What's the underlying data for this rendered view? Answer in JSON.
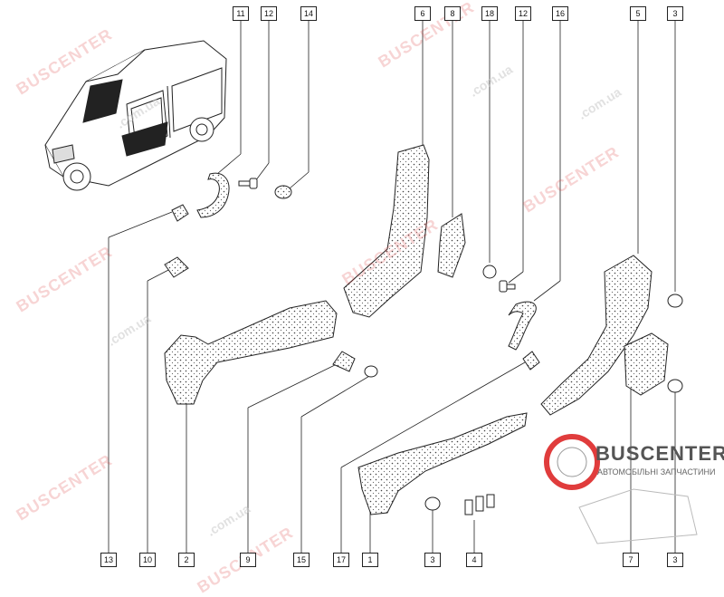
{
  "watermark": {
    "brand_text": "BUSCENTER",
    "site_text": ".com.ua",
    "brand_color": "#e03c3c"
  },
  "logo": {
    "brand": "BUSCENTER",
    "subtitle": "АВТОМОБІЛЬНІ ЗАПЧАСТИНИ",
    "mark_color": "#e03c3c"
  },
  "callouts": {
    "top": [
      "11",
      "12",
      "14",
      "6",
      "8",
      "18",
      "12",
      "16",
      "5",
      "3"
    ],
    "bottom": [
      "13",
      "10",
      "2",
      "9",
      "15",
      "17",
      "1",
      "3",
      "4",
      "7",
      "3"
    ]
  },
  "icons": {
    "vehicle": "van-illustration-icon",
    "logo_mark": "buscenter-logo-icon"
  }
}
